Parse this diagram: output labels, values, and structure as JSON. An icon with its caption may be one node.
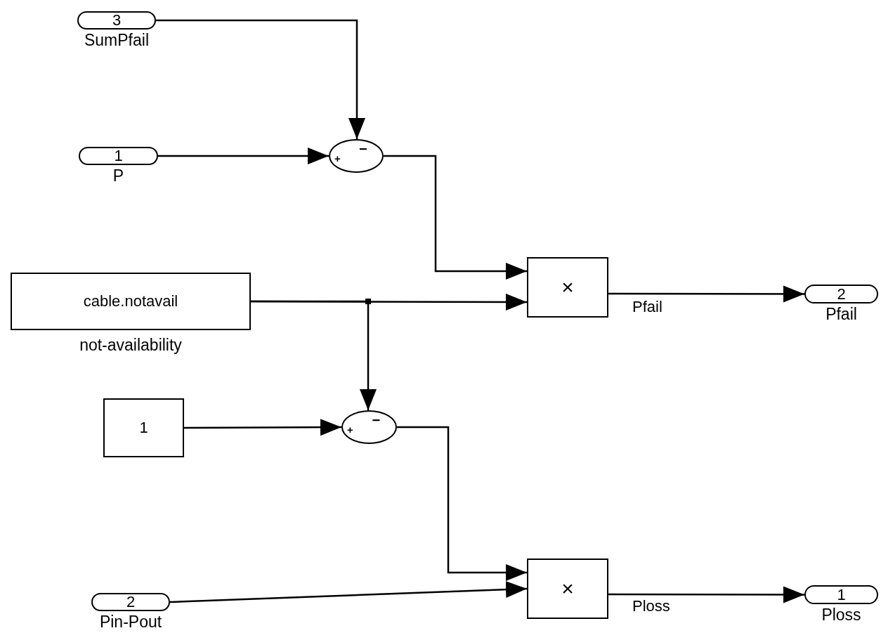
{
  "diagram": {
    "nodes": [
      {
        "text": [
          "3"
        ],
        "beside": [
          "SumPfail"
        ]
      },
      {
        "text": [
          "1"
        ],
        "beside": [
          "P"
        ]
      },
      {
        "text": [
          "+",
          "−"
        ]
      },
      {
        "text": [
          "cable.notavail"
        ],
        "beside": [
          "not-availability"
        ]
      },
      {
        "text": [
          "×"
        ]
      },
      {
        "text": [
          "2"
        ],
        "beside": [
          "Pfail"
        ]
      },
      {
        "text": [
          "1"
        ]
      },
      {
        "text": [
          "+",
          "−"
        ]
      },
      {
        "text": [
          "2"
        ],
        "beside": [
          "Pin-Pout"
        ]
      },
      {
        "text": [
          "×"
        ]
      },
      {
        "text": [
          "1"
        ],
        "beside": [
          "Ploss"
        ]
      }
    ],
    "edges": [
      {
        "from": 0,
        "to": 2,
        "arrow": "to"
      },
      {
        "from": 1,
        "to": 2,
        "arrow": "to"
      },
      {
        "from": 2,
        "to": 4,
        "arrow": "to"
      },
      {
        "from": 3,
        "to": 4,
        "arrow": "to"
      },
      {
        "from": 3,
        "to": 7,
        "arrow": "to"
      },
      {
        "from": 4,
        "to": 5,
        "arrow": "to",
        "label": "Pfail"
      },
      {
        "from": 6,
        "to": 7,
        "arrow": "to"
      },
      {
        "from": 7,
        "to": 9,
        "arrow": "to"
      },
      {
        "from": 8,
        "to": 9,
        "arrow": "to"
      },
      {
        "from": 9,
        "to": 10,
        "arrow": "to",
        "label": "Ploss"
      }
    ]
  }
}
